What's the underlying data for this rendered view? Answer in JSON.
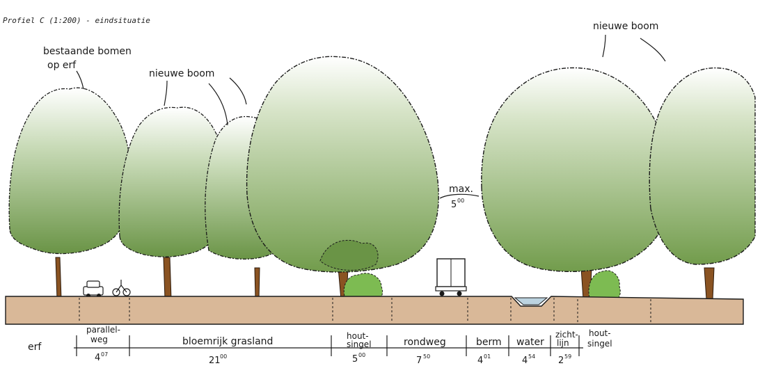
{
  "title": "Profiel C (1:200) - eindsituatie",
  "colors": {
    "tree_dark": "#6a9446",
    "tree_light": "#ffffff",
    "shrub": "#7dbb52",
    "trunk": "#8a5322",
    "ground": "#d9b898",
    "water": "#bcd3e0",
    "ink": "#1a1a1a"
  },
  "annotations": {
    "existing_trees_line1": "bestaande bomen",
    "existing_trees_line2": "op erf",
    "new_tree_left": "nieuwe boom",
    "new_tree_right": "nieuwe boom",
    "max_label": "max.",
    "max_value": "5",
    "max_sup": "00"
  },
  "zones": [
    {
      "name": "erf",
      "value": "",
      "sup": ""
    },
    {
      "name": "parallel-weg",
      "line1": "parallel-",
      "line2": "weg",
      "value": "4",
      "sup": "07"
    },
    {
      "name": "bloemrijk grasland",
      "line1": "bloemrijk grasland",
      "value": "21",
      "sup": "00"
    },
    {
      "name": "houtsingel",
      "line1": "hout-",
      "line2": "singel",
      "value": "5",
      "sup": "00"
    },
    {
      "name": "rondweg",
      "line1": "rondweg",
      "value": "7",
      "sup": "50"
    },
    {
      "name": "berm",
      "line1": "berm",
      "value": "4",
      "sup": "01"
    },
    {
      "name": "water",
      "line1": "water",
      "value": "4",
      "sup": "54"
    },
    {
      "name": "zichtlijn",
      "line1": "zicht-",
      "line2": "lijn",
      "value": "2",
      "sup": "59"
    },
    {
      "name": "houtsingel-2",
      "line1": "hout-",
      "line2": "singel",
      "value": "",
      "sup": ""
    }
  ]
}
